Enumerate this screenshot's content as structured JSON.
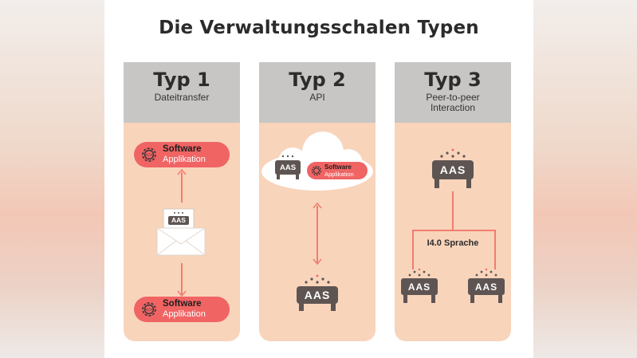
{
  "title": "Die Verwaltungsschalen Typen",
  "columns": [
    {
      "type": "Typ 1",
      "subtitle": "Dateitransfer",
      "top_pill": {
        "line1": "Software",
        "line2": "Applikation"
      },
      "envelope_label": "AAS",
      "bottom_pill": {
        "line1": "Software",
        "line2": "Applikation"
      }
    },
    {
      "type": "Typ 2",
      "subtitle": "API",
      "cloud_aas_label": "AAS",
      "cloud_pill": {
        "line1": "Software",
        "line2": "Applikation"
      },
      "bottom_aas_label": "AAS"
    },
    {
      "type": "Typ 3",
      "subtitle_line1": "Peer-to-peer",
      "subtitle_line2": "Interaction",
      "top_aas_label": "AAS",
      "language_label": "I4.0 Sprache",
      "left_aas_label": "AAS",
      "right_aas_label": "AAS"
    }
  ],
  "colors": {
    "column_bg": "#f8d4bb",
    "header_bg": "#c8c6c4",
    "accent": "#f06464",
    "aas_dark": "#5e5553"
  },
  "icons": [
    "gear-icon",
    "envelope-icon",
    "cloud-icon",
    "aas-device-icon"
  ]
}
